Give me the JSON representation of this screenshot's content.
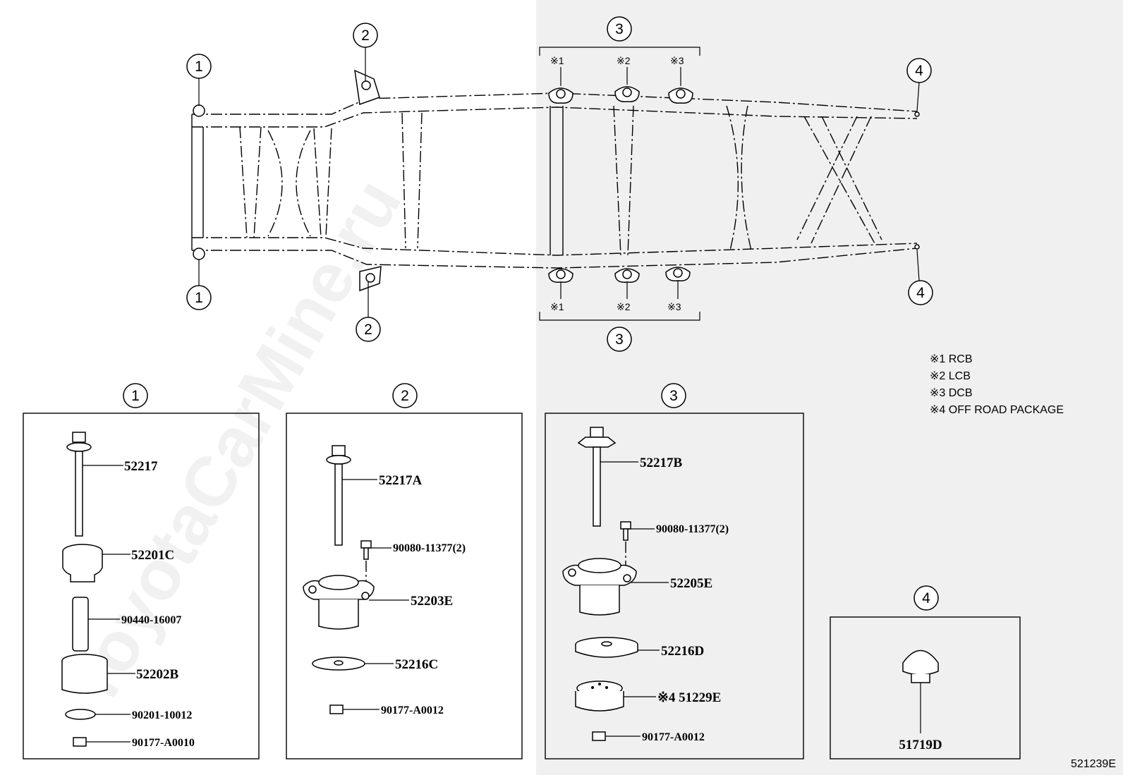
{
  "diagram_id": "521239E",
  "watermark": "ToyotaCarMine.ru",
  "callouts": [
    "1",
    "2",
    "3",
    "4"
  ],
  "markers": [
    "※1",
    "※2",
    "※3"
  ],
  "legend": [
    "※1 RCB",
    "※2 LCB",
    "※3 DCB",
    "※4 OFF ROAD PACKAGE"
  ],
  "groups": [
    {
      "number": "1",
      "parts": [
        "52217",
        "52201C",
        "90440-16007",
        "52202B",
        "90201-10012",
        "90177-A0010"
      ]
    },
    {
      "number": "2",
      "parts": [
        "52217A",
        "90080-11377(2)",
        "52203E",
        "52216C",
        "90177-A0012"
      ]
    },
    {
      "number": "3",
      "parts": [
        "52217B",
        "90080-11377(2)",
        "52205E",
        "52216D",
        "※4 51229E",
        "90177-A0012"
      ]
    },
    {
      "number": "4",
      "parts": [
        "51719D"
      ]
    }
  ],
  "colors": {
    "line": "#000000",
    "background": "#ffffff",
    "shade": "#f0f0f0"
  }
}
